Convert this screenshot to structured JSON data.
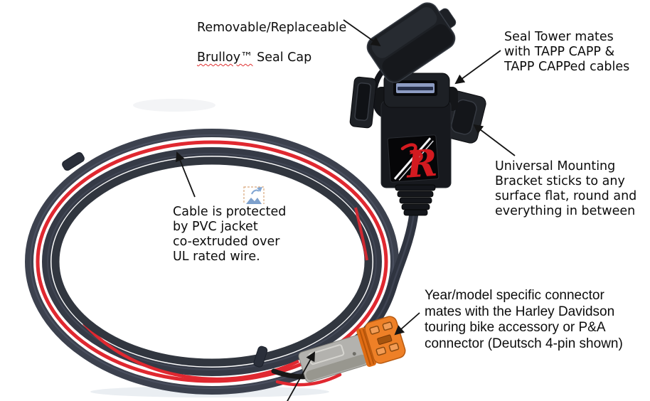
{
  "colors": {
    "background": "#ffffff",
    "cable_jacket_outer": "#3c414e",
    "cable_jacket_inner": "#353a46",
    "cable_jacket_inner2": "#31363f",
    "wire_red": "#e02830",
    "device_black": "#17191e",
    "usb_metal": "#8d9cc2",
    "connector_gray": "#b3b2ae",
    "connector_orange": "#ee8027",
    "logo_red": "#d31a20",
    "annotation_text": "#0c0c0c",
    "misspell_underline": "#e03030"
  },
  "product": {
    "logo_letter": "R"
  },
  "annotations": {
    "seal_cap": {
      "line1": "Removable/Replaceable",
      "brand": "Brulloy™",
      "line2_rest": " Seal Cap"
    },
    "seal_tower": {
      "text": "Seal Tower mates\nwith TAPP CAPP &\nTAPP CAPPed cables"
    },
    "mounting_bracket": {
      "text": "Universal Mounting\nBracket sticks to any\nsurface flat, round and\neverything in between"
    },
    "cable": {
      "text": "Cable is protected\nby PVC jacket\nco-extruded over\nUL rated wire."
    },
    "connector": {
      "text": "Year/model specific connector\nmates with the Harley Davidson\ntouring bike accessory or P&A\nconnector (Deutsch 4-pin shown)"
    }
  }
}
